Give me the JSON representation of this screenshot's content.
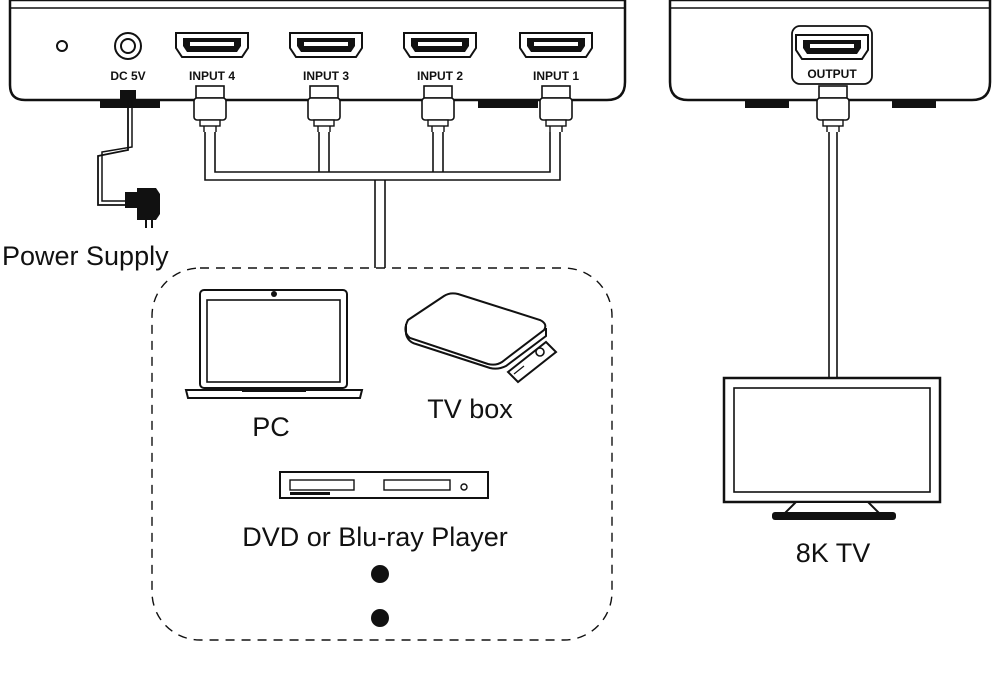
{
  "switcher": {
    "power_port_label": "DC 5V",
    "input_labels": [
      "INPUT 4",
      "INPUT 3",
      "INPUT 2",
      "INPUT 1"
    ]
  },
  "receiver": {
    "output_label": "OUTPUT"
  },
  "power_supply_label": "Power Supply",
  "sources": {
    "pc_label": "PC",
    "tvbox_label": "TV box",
    "dvd_label": "DVD or Blu-ray Player"
  },
  "tv_label": "8K TV"
}
